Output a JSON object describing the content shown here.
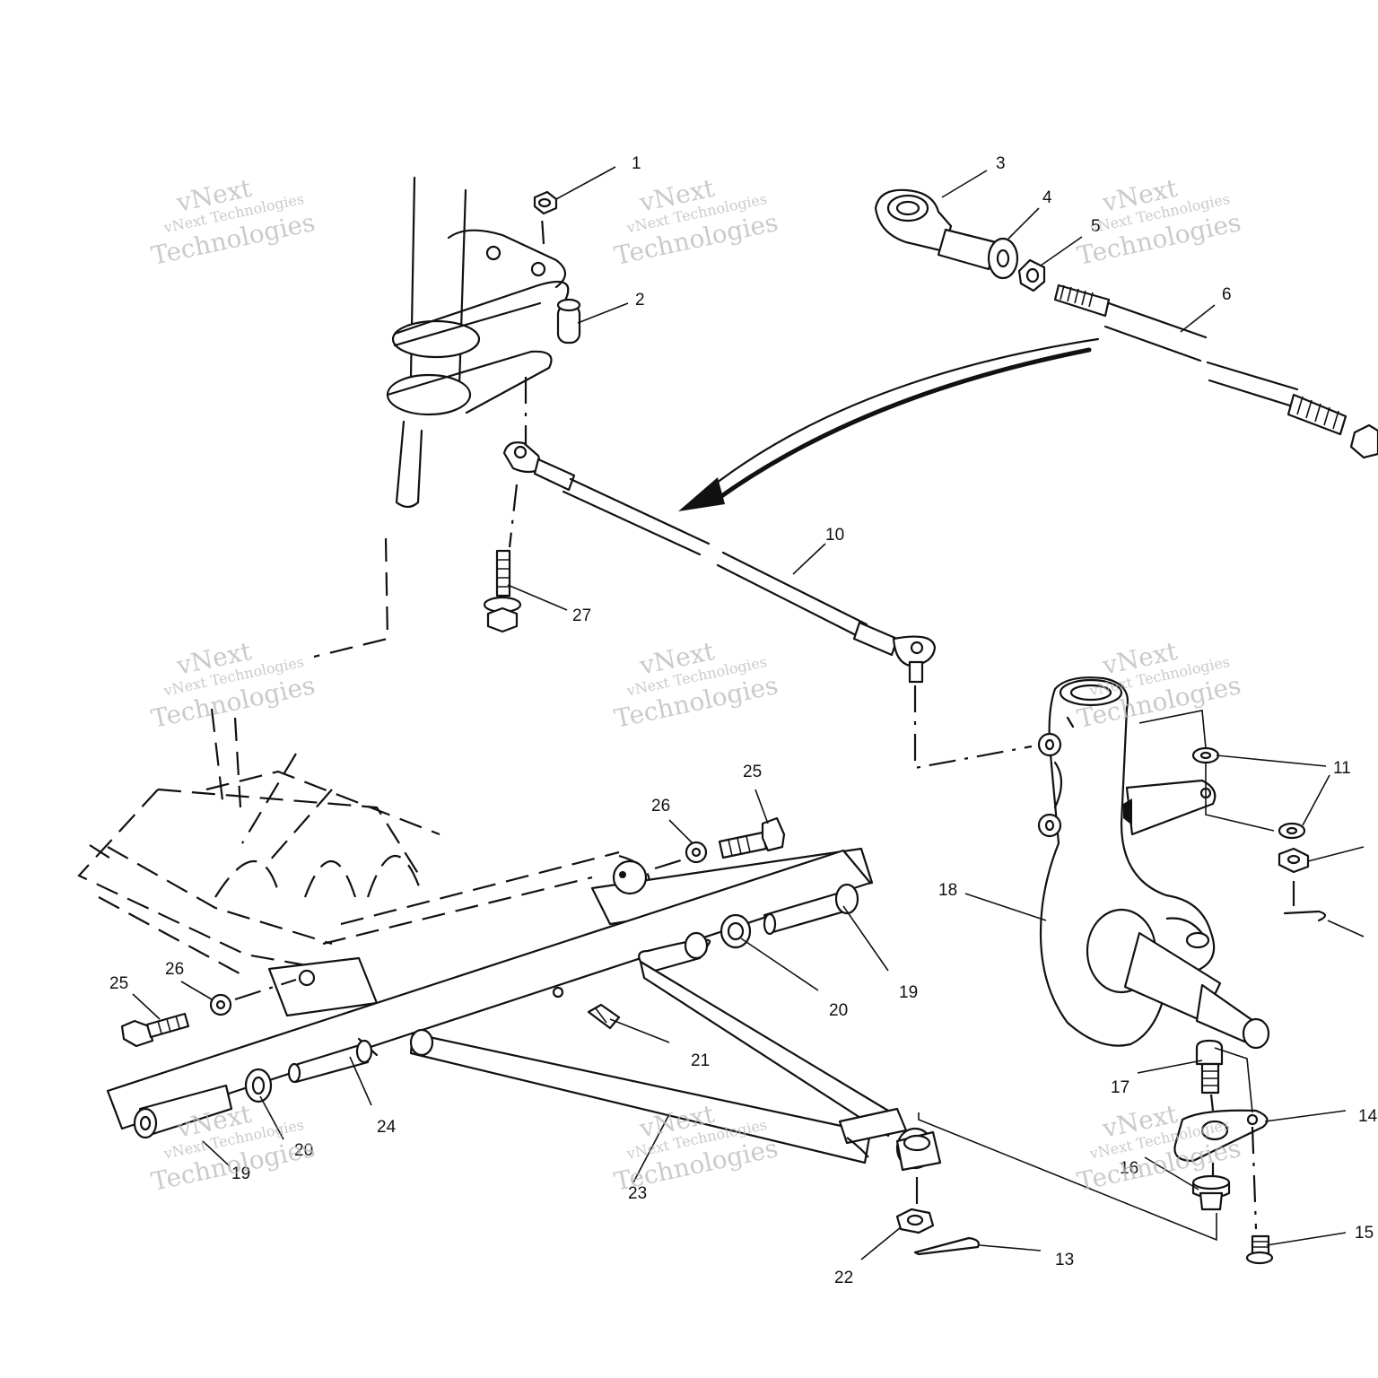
{
  "callouts": [
    {
      "id": "1",
      "text": "1"
    },
    {
      "id": "2",
      "text": "2"
    },
    {
      "id": "3",
      "text": "3"
    },
    {
      "id": "4",
      "text": "4"
    },
    {
      "id": "5",
      "text": "5"
    },
    {
      "id": "6",
      "text": "6"
    },
    {
      "id": "10",
      "text": "10"
    },
    {
      "id": "11",
      "text": "11"
    },
    {
      "id": "13",
      "text": "13"
    },
    {
      "id": "14",
      "text": "14"
    },
    {
      "id": "15",
      "text": "15"
    },
    {
      "id": "16",
      "text": "16"
    },
    {
      "id": "17",
      "text": "17"
    },
    {
      "id": "18",
      "text": "18"
    },
    {
      "id": "19a",
      "text": "19"
    },
    {
      "id": "19b",
      "text": "19"
    },
    {
      "id": "20a",
      "text": "20"
    },
    {
      "id": "20b",
      "text": "20"
    },
    {
      "id": "21",
      "text": "21"
    },
    {
      "id": "22",
      "text": "22"
    },
    {
      "id": "23",
      "text": "23"
    },
    {
      "id": "24",
      "text": "24"
    },
    {
      "id": "25a",
      "text": "25"
    },
    {
      "id": "25b",
      "text": "25"
    },
    {
      "id": "26a",
      "text": "26"
    },
    {
      "id": "26b",
      "text": "26"
    },
    {
      "id": "27",
      "text": "27"
    }
  ],
  "watermark": {
    "top": "vNext",
    "mid": "vNext Technologies",
    "bottom": "Technologies"
  }
}
